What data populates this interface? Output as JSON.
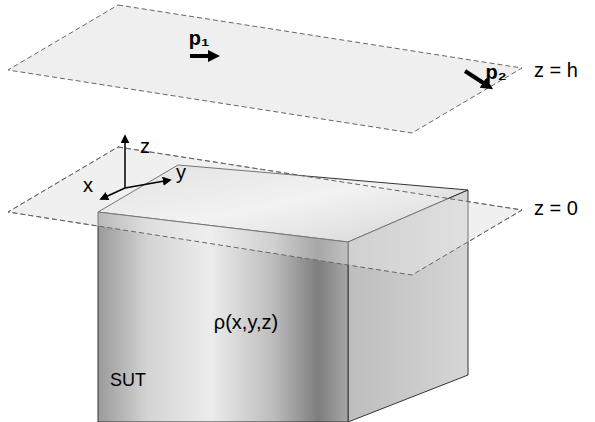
{
  "diagram": {
    "nodes": [
      {
        "text": [
          "ρ(x,y,z)",
          "SUT"
        ]
      }
    ],
    "labels": [
      "p₁",
      "p₂",
      "z = h",
      "z = 0",
      "z",
      "x",
      "y"
    ]
  }
}
